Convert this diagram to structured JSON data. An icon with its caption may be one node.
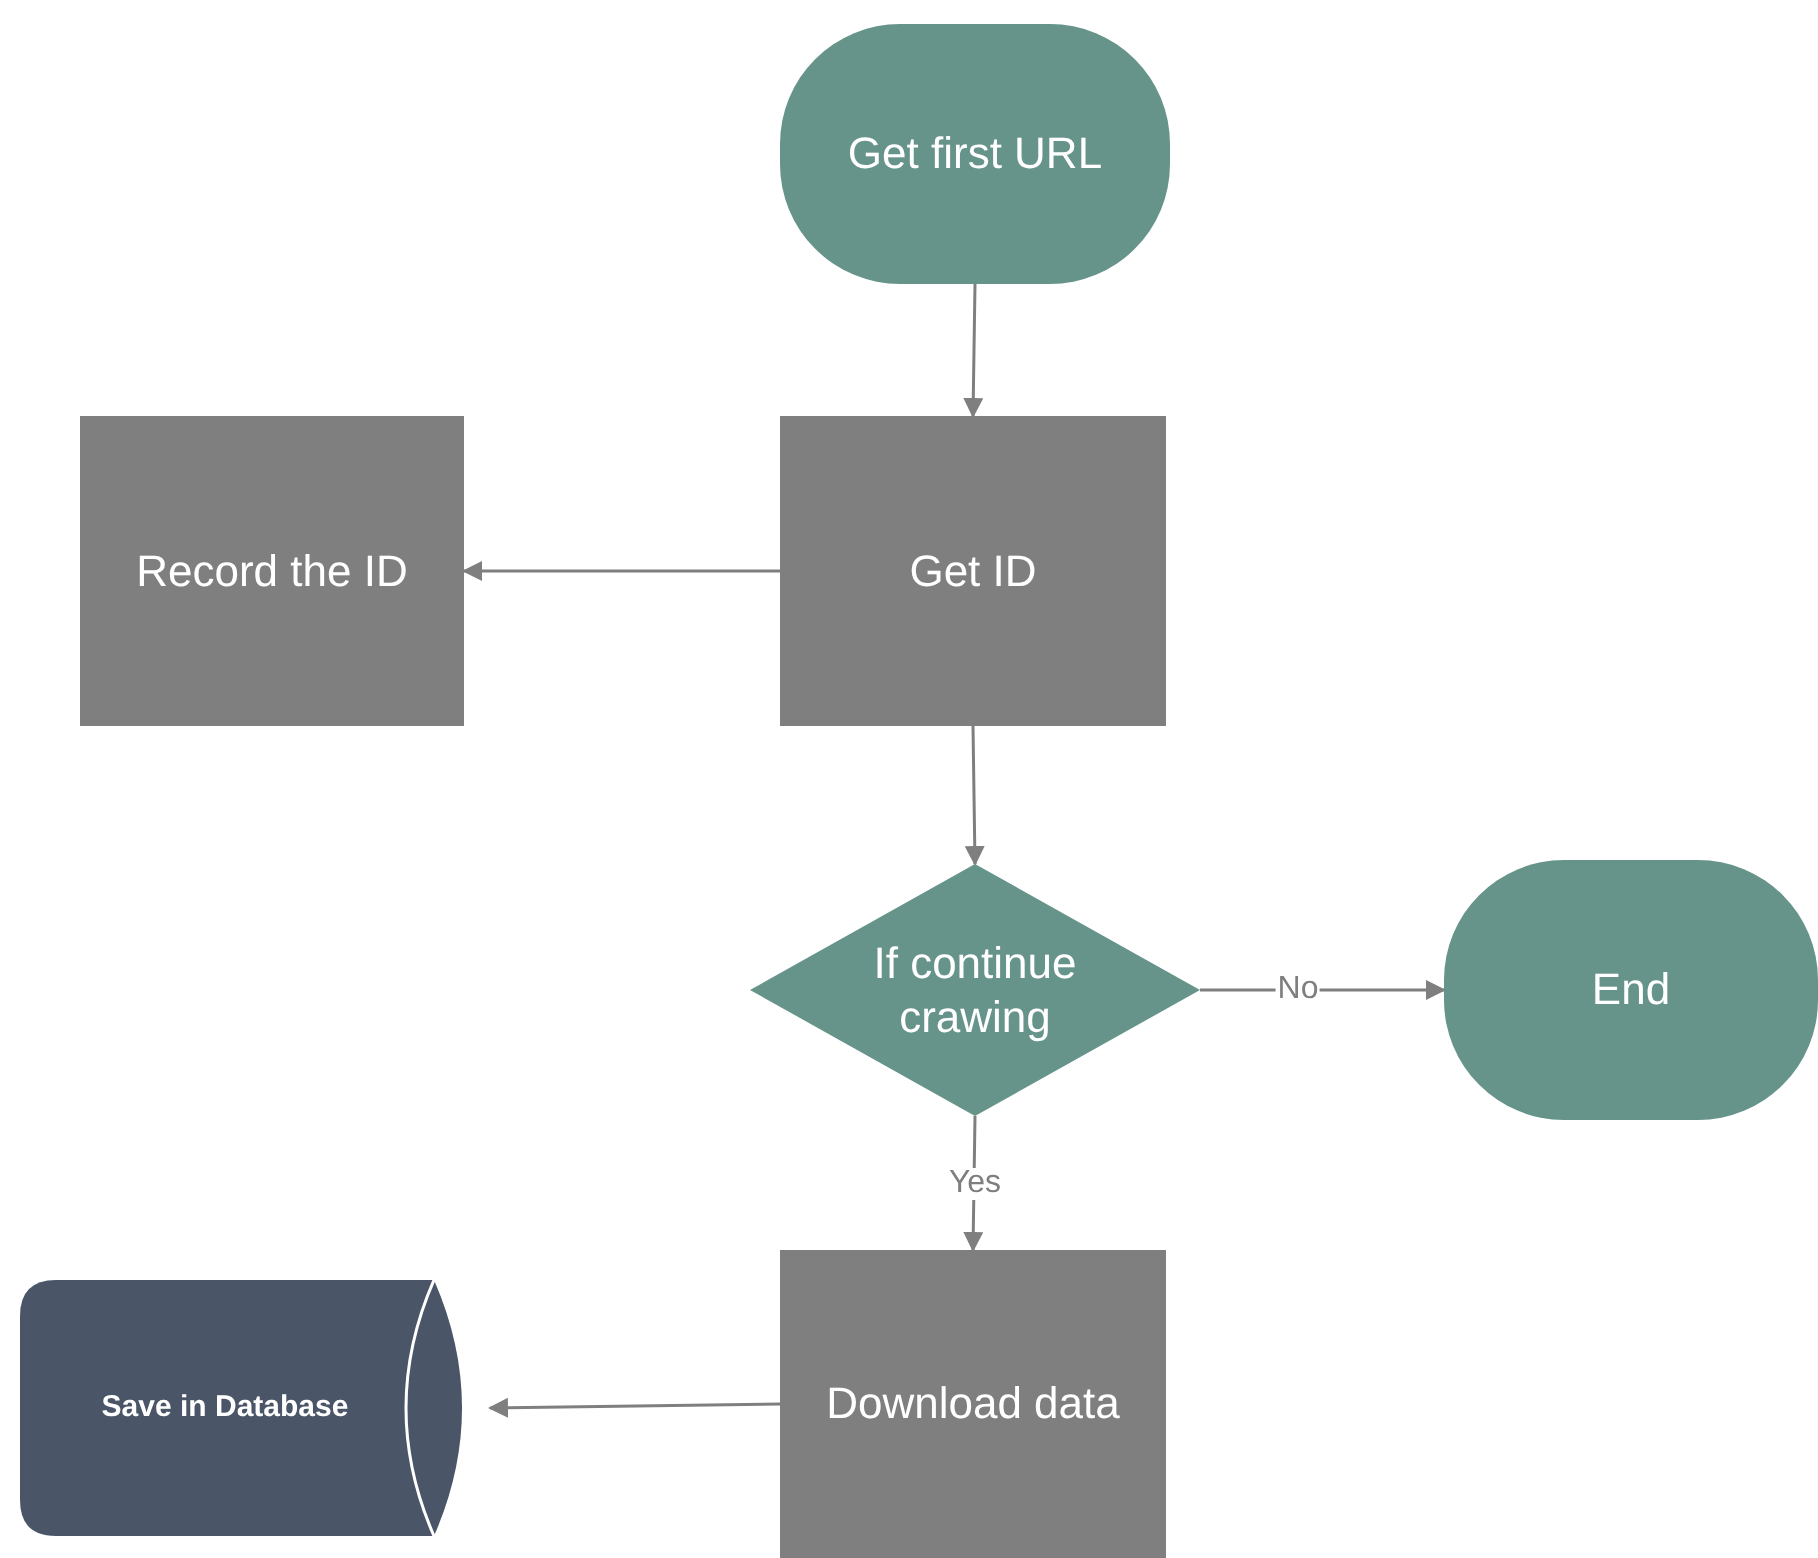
{
  "diagram": {
    "nodes": [
      {
        "text": [
          "Get first URL"
        ]
      },
      {
        "text": [
          "Record the ID"
        ]
      },
      {
        "text": [
          "Get ID"
        ]
      },
      {
        "text": [
          "If continue crawing"
        ]
      },
      {
        "text": [
          "End"
        ]
      },
      {
        "text": [
          "Save in Database"
        ]
      },
      {
        "text": [
          "Download data"
        ]
      }
    ],
    "edges": [
      {
        "from": 0,
        "to": 2,
        "arrow": "to"
      },
      {
        "from": 2,
        "to": 1,
        "arrow": "to"
      },
      {
        "from": 2,
        "to": 3,
        "arrow": "to"
      },
      {
        "from": 3,
        "to": 4,
        "arrow": "to",
        "label": "No"
      },
      {
        "from": 3,
        "to": 6,
        "arrow": "to",
        "label": "Yes"
      },
      {
        "from": 6,
        "to": 5,
        "arrow": "to"
      }
    ]
  }
}
